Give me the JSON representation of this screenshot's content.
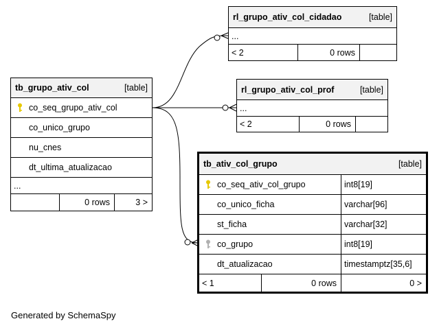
{
  "tables": {
    "rl_cidadao": {
      "name": "rl_grupo_ativ_col_cidadao",
      "type_label": "[table]",
      "ellipsis": "...",
      "footer": {
        "parents": "< 2",
        "rows": "0 rows",
        "children": ""
      }
    },
    "rl_prof": {
      "name": "rl_grupo_ativ_col_prof",
      "type_label": "[table]",
      "ellipsis": "...",
      "footer": {
        "parents": "< 2",
        "rows": "0 rows",
        "children": ""
      }
    },
    "tb_grupo_ativ_col": {
      "name": "tb_grupo_ativ_col",
      "type_label": "[table]",
      "columns": [
        {
          "name": "co_seq_grupo_ativ_col",
          "key": "primary-key-icon"
        },
        {
          "name": "co_unico_grupo"
        },
        {
          "name": "nu_cnes"
        },
        {
          "name": "dt_ultima_atualizacao"
        }
      ],
      "ellipsis": "...",
      "footer": {
        "parents": "",
        "rows": "0 rows",
        "children": "3 >"
      }
    },
    "tb_ativ_col_grupo": {
      "name": "tb_ativ_col_grupo",
      "type_label": "[table]",
      "columns": [
        {
          "name": "co_seq_ativ_col_grupo",
          "type": "int8[19]",
          "key": "primary-key-icon"
        },
        {
          "name": "co_unico_ficha",
          "type": "varchar[96]"
        },
        {
          "name": "st_ficha",
          "type": "varchar[32]"
        },
        {
          "name": "co_grupo",
          "type": "int8[19]",
          "key": "foreign-key-icon"
        },
        {
          "name": "dt_atualizacao",
          "type": "timestamptz[35,6]"
        }
      ],
      "footer": {
        "parents": "< 1",
        "rows": "0 rows",
        "children": "0 >"
      }
    }
  },
  "colors": {
    "primary_key": "#e6c800",
    "foreign_key": "#b0b0b0",
    "header_bg": "#f2f2f2"
  },
  "footer_text": "Generated by SchemaSpy"
}
